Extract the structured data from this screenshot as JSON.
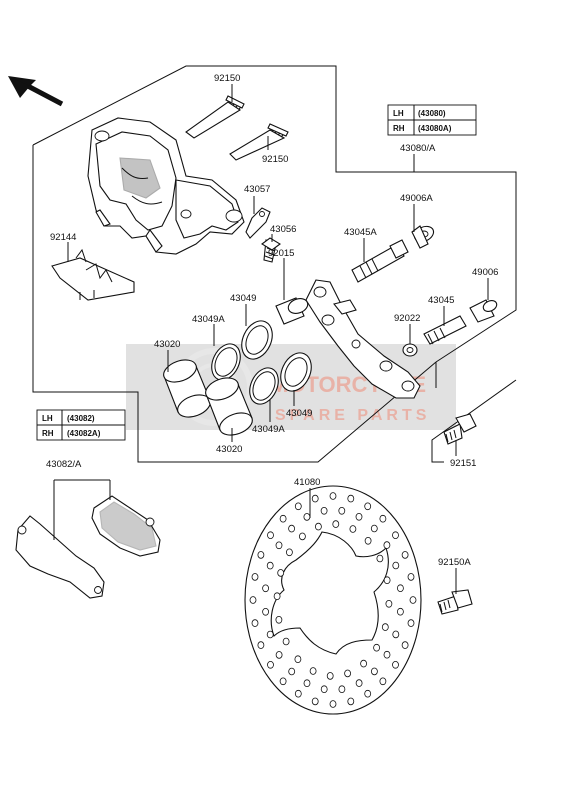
{
  "watermark": {
    "brand_line1": "MOTORCYCLE",
    "brand_line2": "SPARE PARTS",
    "color": "#f08c7a",
    "background": "#c8c8c8"
  },
  "tables": {
    "caliper": {
      "rows": [
        {
          "side": "LH",
          "part": "(43080)"
        },
        {
          "side": "RH",
          "part": "(43080A)"
        }
      ]
    },
    "pads": {
      "rows": [
        {
          "side": "LH",
          "part": "(43082)"
        },
        {
          "side": "RH",
          "part": "(43082A)"
        }
      ]
    }
  },
  "labels": {
    "p92150_a": "92150",
    "p92150_b": "92150",
    "p43057": "43057",
    "p43056": "43056",
    "p92144": "92144",
    "p43080a": "43080/A",
    "p49006a": "49006A",
    "p43045a": "43045A",
    "p92015": "92015",
    "p49006": "49006",
    "p43049_a": "43049",
    "p43049a_a": "43049A",
    "p43045": "43045",
    "p92022": "92022",
    "p43020_a": "43020",
    "p43049_b": "43049",
    "p43049a_b": "43049A",
    "p43020_b": "43020",
    "p92151": "92151",
    "p43082a": "43082/A",
    "p41080": "41080",
    "p92150a": "92150A"
  }
}
